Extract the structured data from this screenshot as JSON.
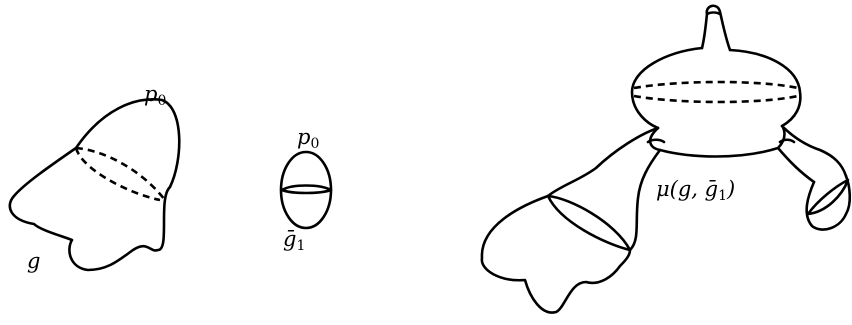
{
  "labels": {
    "left_point": "p",
    "left_point_sub": "0",
    "left_surface": "g",
    "middle_point": "p",
    "middle_point_sub": "0",
    "middle_surface": "ḡ",
    "middle_surface_sub": "1",
    "right_map": "μ(g, ḡ",
    "right_map_sub": "1",
    "right_map_close": ")"
  }
}
